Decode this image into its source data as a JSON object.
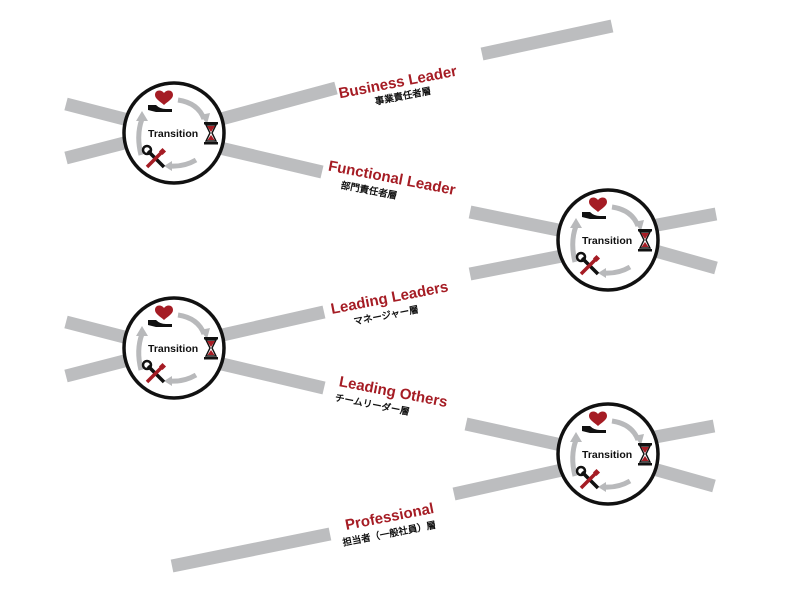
{
  "colors": {
    "accent": "#a51c24",
    "line": "#bcbdbf",
    "circle": "#111111",
    "arrow": "#b8b9bb",
    "text": "#111111"
  },
  "transition_label": "Transition",
  "levels": [
    {
      "en": "Business Leader",
      "ja": "事業責任者層"
    },
    {
      "en": "Functional Leader",
      "ja": "部門責任者層"
    },
    {
      "en": "Leading Leaders",
      "ja": "マネージャー層"
    },
    {
      "en": "Leading Others",
      "ja": "チームリーダー層"
    },
    {
      "en": "Professional",
      "ja": "担当者（一般社員）層"
    }
  ],
  "transition_icons": [
    "heart-hand-icon",
    "hourglass-icon",
    "tools-icon",
    "cycle-arrows-icon"
  ]
}
